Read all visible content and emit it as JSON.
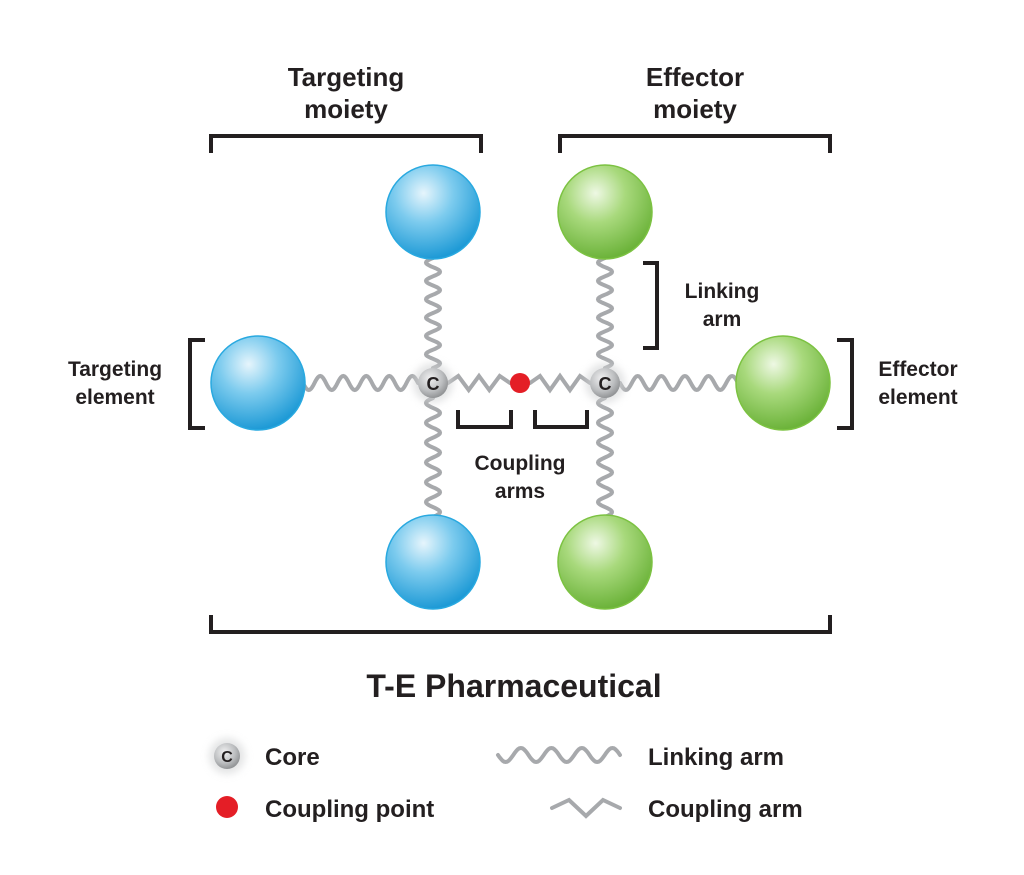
{
  "title": "T-E Pharmaceutical",
  "labels": {
    "targeting_moiety": [
      "Targeting",
      "moiety"
    ],
    "effector_moiety": [
      "Effector",
      "moiety"
    ],
    "linking_arm": [
      "Linking",
      "arm"
    ],
    "targeting_element": [
      "Targeting",
      "element"
    ],
    "effector_element": [
      "Effector",
      "element"
    ],
    "coupling_arms": [
      "Coupling",
      "arms"
    ],
    "core_letter": "C"
  },
  "legend": {
    "core": "Core",
    "coupling_point": "Coupling point",
    "linking_arm": "Linking arm",
    "coupling_arm": "Coupling arm",
    "core_letter": "C"
  },
  "colors": {
    "targeting": "#29a9e0",
    "effector": "#7cc242",
    "coupling_point": "#e41e26",
    "arm": "#a7a9ac",
    "core": "#a7a9ac",
    "text": "#231f20"
  }
}
